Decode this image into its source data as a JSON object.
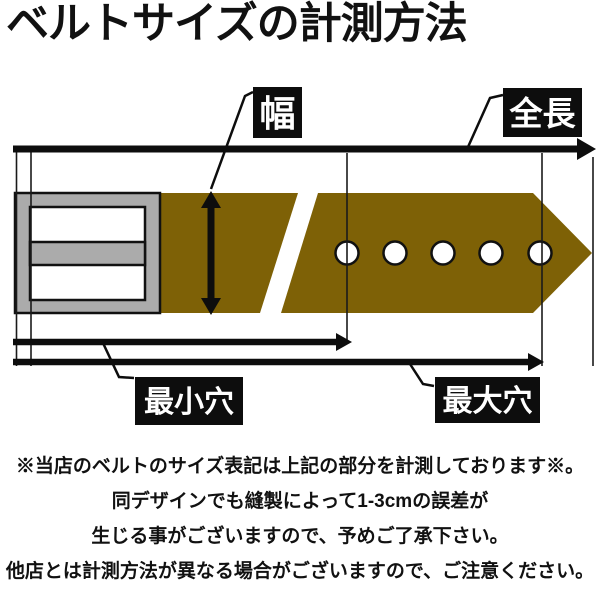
{
  "title": "ベルトサイズの計測方法",
  "diagram": {
    "labels": {
      "width": "幅",
      "total_length": "全長",
      "min_hole": "最小穴",
      "max_hole": "最大穴"
    },
    "colors": {
      "belt": "#7e6106",
      "buckle": "#ababab",
      "label_bg": "#0d0d0d",
      "label_text": "#ffffff",
      "line": "#000000"
    },
    "holes_count": 5
  },
  "notes": {
    "lines": [
      "※当店のベルトのサイズ表記は上記の部分を計測しております※。",
      "同デザインでも縫製によって1-3cmの誤差が",
      "生じる事がございますので、予めご了承下さい。",
      "他店とは計測方法が異なる場合がございますので、ご注意ください。"
    ]
  }
}
